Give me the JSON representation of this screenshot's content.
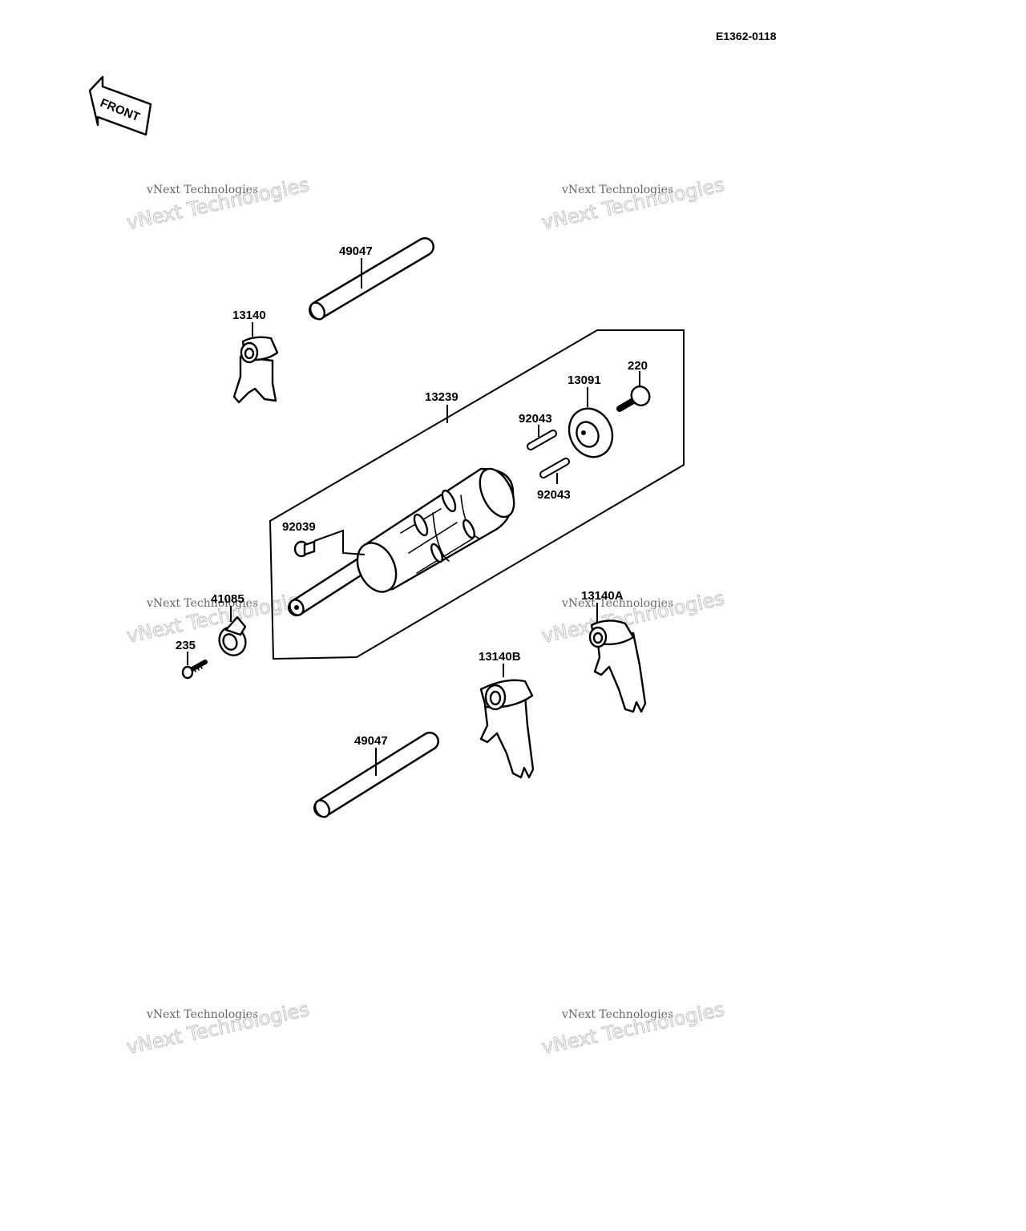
{
  "diagram_code": "E1362-0118",
  "front_label": "FRONT",
  "watermark": {
    "line1": "vNext Technologies",
    "line2": "vNext Technologies"
  },
  "parts": {
    "shaft_top": "49047",
    "fork_top": "13140",
    "drum": "13239",
    "holder": "13091",
    "bolt": "220",
    "pin_upper": "92043",
    "pin_lower": "92043",
    "pin_small": "92039",
    "stopper": "41085",
    "screw": "235",
    "fork_a": "13140A",
    "fork_b": "13140B",
    "shaft_bottom": "49047"
  }
}
